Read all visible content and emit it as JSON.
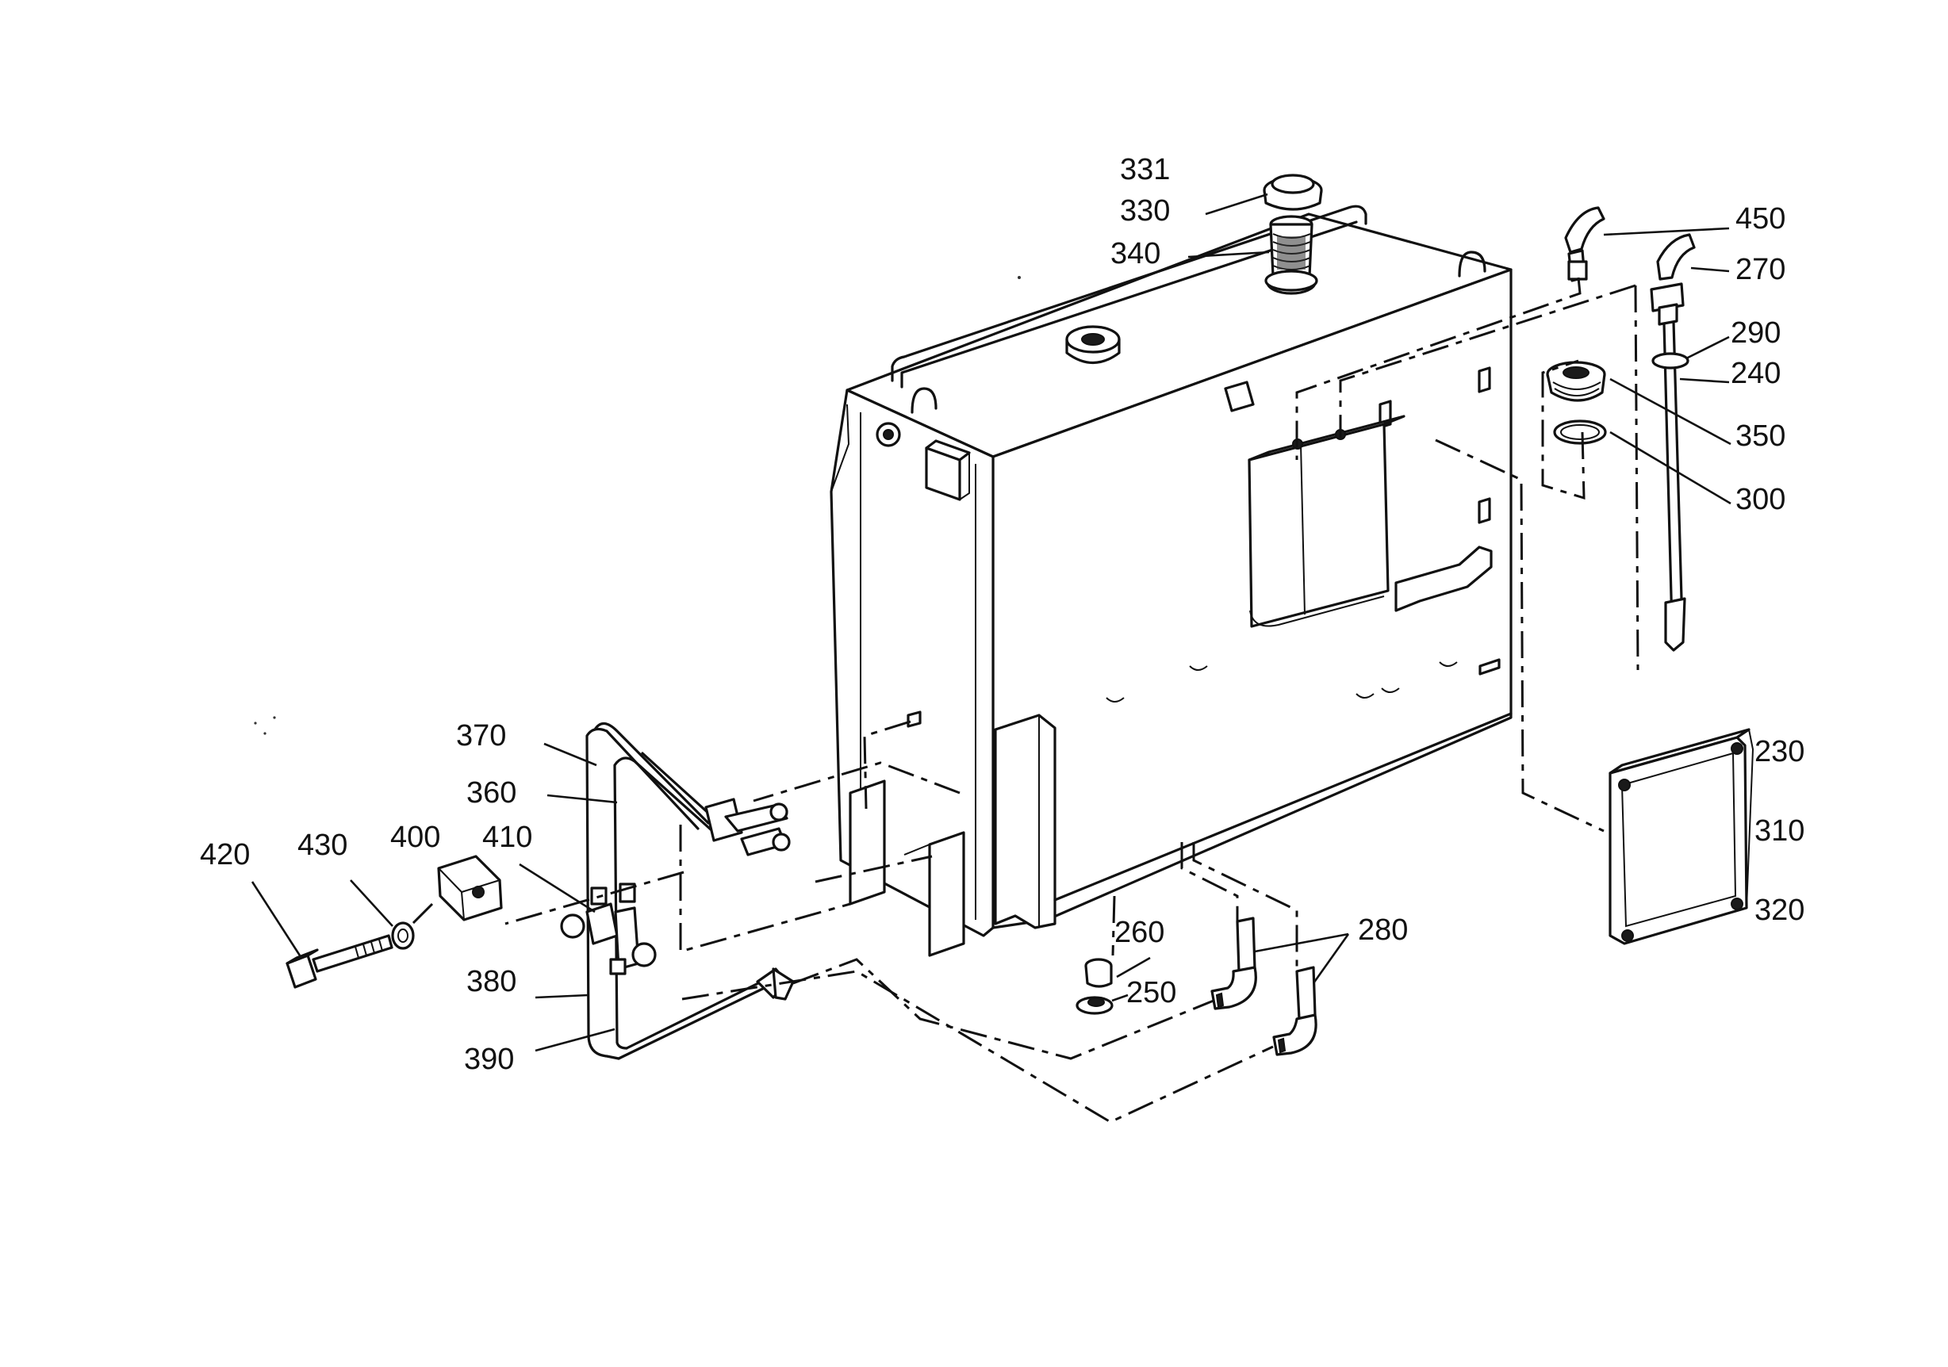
{
  "callouts": {
    "c331": "331",
    "c330": "330",
    "c340": "340",
    "c450": "450",
    "c270": "270",
    "c290": "290",
    "c240": "240",
    "c350": "350",
    "c300": "300",
    "c230": "230",
    "c310": "310",
    "c320": "320",
    "c370": "370",
    "c360": "360",
    "c410": "410",
    "c400": "400",
    "c430": "430",
    "c420": "420",
    "c380": "380",
    "c390": "390",
    "c260": "260",
    "c250": "250",
    "c280": "280"
  }
}
